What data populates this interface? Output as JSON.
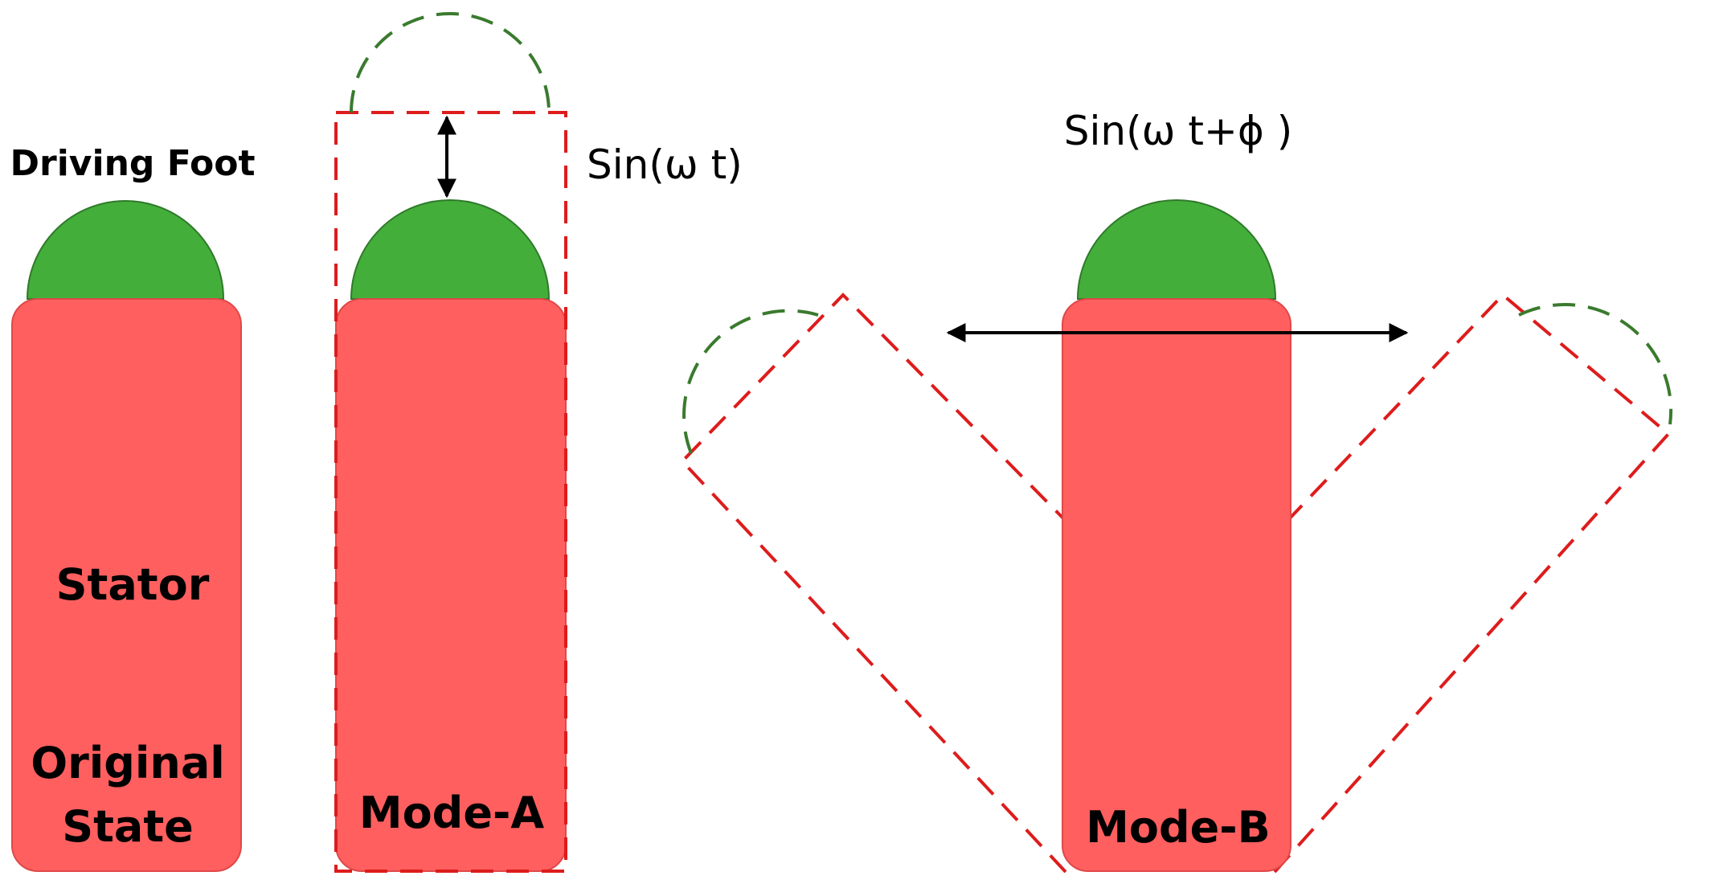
{
  "labels": {
    "driving_foot": "Driving Foot",
    "stator": "Stator",
    "original_state_line1": "Original",
    "original_state_line2": "State",
    "mode_a": "Mode-A",
    "mode_b": "Mode-B",
    "formula_a": "Sin(ω t)",
    "formula_b": "Sin(ω t+ϕ )"
  },
  "colors": {
    "stator_fill": "#ff5f5f",
    "stator_stroke": "#e04848",
    "foot_fill": "#44ae3b",
    "foot_stroke": "#2f7a2a",
    "dash_red": "#dd1c1c",
    "dash_green": "#3a7a2e",
    "arrow": "#000000"
  }
}
